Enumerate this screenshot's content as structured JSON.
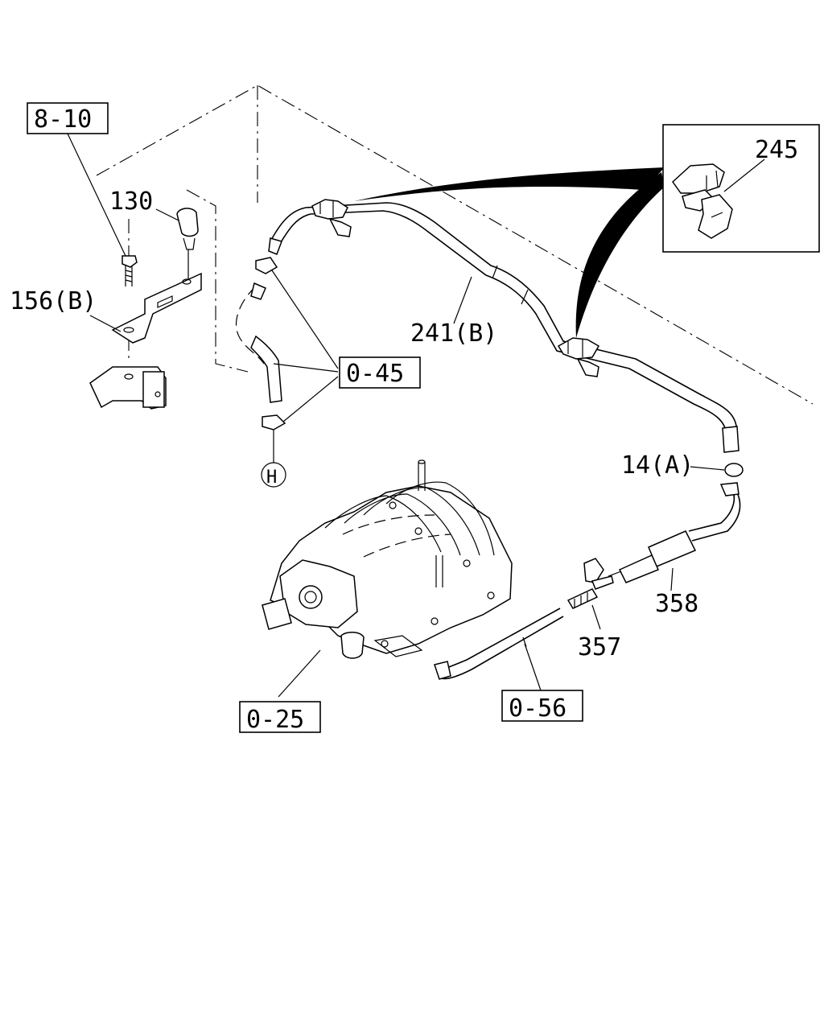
{
  "labels": {
    "ref_8_10": "8-10",
    "part_130": "130",
    "part_156b": "156(B)",
    "ref_0_45": "0-45",
    "ref_h": "H",
    "part_241b": "241(B)",
    "part_245": "245",
    "part_14a": "14(A)",
    "part_358": "358",
    "part_357": "357",
    "ref_0_56": "0-56",
    "ref_0_25": "0-25"
  }
}
